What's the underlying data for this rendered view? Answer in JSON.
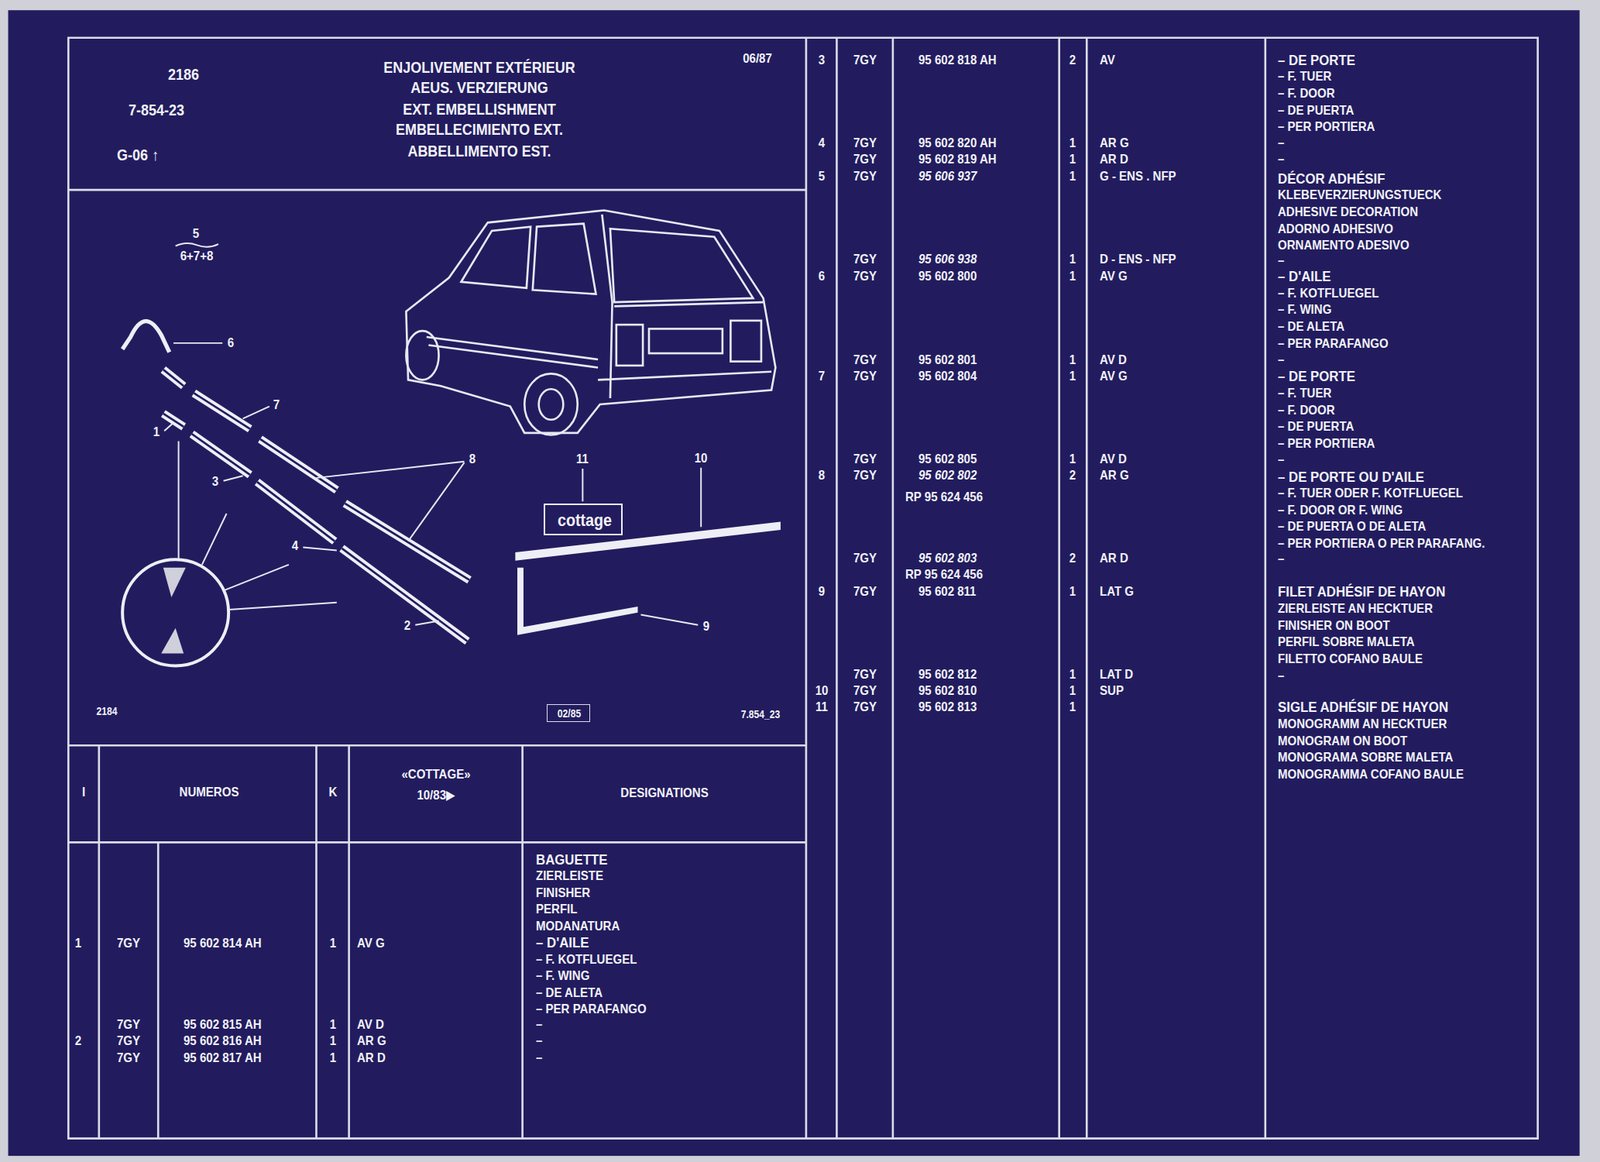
{
  "diagram": {
    "nodes": [
      {
        "text": [
          "2186",
          "7-854-23",
          "G-06 ↑",
          "ENJOLIVEMENT EXTÉRIEUR",
          "AEUS. VERZIERUNG",
          "EXT. EMBELLISHMENT",
          "EMBELLECIMIENTO EXT.",
          "ABBELLIMENTO EST.",
          "06/87"
        ]
      },
      {
        "text": [
          "2184",
          "7.854_23"
        ]
      },
      {
        "text": [
          "cottage"
        ],
        "in": 1
      },
      {
        "text": [
          "02/85"
        ],
        "in": 1
      }
    ],
    "labels": [
      "5",
      "6+7+8",
      "6",
      "7",
      "1",
      "8",
      "3",
      "4",
      "2",
      "11",
      "10",
      "9",
      "I",
      "NUMEROS",
      "K",
      "«COTTAGE»",
      "10/83▶",
      "DESIGNATIONS",
      "BAGUETTE",
      "ZIERLEISTE",
      "FINISHER",
      "PERFIL",
      "MODANATURA",
      "– D'AILE",
      "– F. KOTFLUEGEL",
      "– F. WING",
      "– DE ALETA",
      "– PER PARAFANGO",
      "1",
      "7GY",
      "95 602 814 AH",
      "1",
      "AV G",
      "2",
      "7GY",
      "95 602 815 AH",
      "1",
      "AV D",
      "–",
      "7GY",
      "95 602 816 AH",
      "1",
      "AR G",
      "–",
      "7GY",
      "95 602 817 AH",
      "1",
      "AR D",
      "–",
      "3",
      "7GY",
      "95 602 818 AH",
      "2",
      "AV",
      "– DE PORTE",
      "– F. TUER",
      "– F. DOOR",
      "– DE PUERTA",
      "– PER PORTIERA",
      "4",
      "7GY",
      "95 602 820 AH",
      "1",
      "AR G",
      "–",
      "7GY",
      "95 602 819 AH",
      "1",
      "AR D",
      "–",
      "5",
      "7GY",
      "95 606 937",
      "1",
      "G - ENS . NFP",
      "DÉCOR ADHÉSIF",
      "KLEBEVERZIERUNGSTUECK",
      "ADHESIVE DECORATION",
      "ADORNO ADHESIVO",
      "ORNAMENTO ADESIVO",
      "7GY",
      "95 606 938",
      "1",
      "D - ENS - NFP",
      "–",
      "6",
      "7GY",
      "95 602 800",
      "1",
      "AV G",
      "– D'AILE",
      "– F. KOTFLUEGEL",
      "– F. WING",
      "– DE ALETA",
      "– PER PARAFANGO",
      "7GY",
      "95 602 801",
      "1",
      "AV D",
      "–",
      "7",
      "7GY",
      "95 602 804",
      "1",
      "AV G",
      "– DE PORTE",
      "– F. TUER",
      "– F. DOOR",
      "– DE PUERTA",
      "– PER PORTIERA",
      "7GY",
      "95 602 805",
      "1",
      "AV D",
      "–",
      "8",
      "7GY",
      "95 602 802",
      "2",
      "AR G",
      "– DE PORTE OU D'AILE",
      "– F. TUER ODER F. KOTFLUEGEL",
      "– F. DOOR OR F. WING",
      "– DE PUERTA O DE ALETA",
      "– PER PORTIERA O PER PARAFANG.",
      "RP 95 624 456",
      "7GY",
      "95 602 803",
      "2",
      "AR D",
      "–",
      "RP 95 624 456",
      "9",
      "7GY",
      "95 602 811",
      "1",
      "LAT G",
      "FILET ADHÉSIF DE HAYON",
      "ZIERLEISTE AN HECKTUER",
      "FINISHER ON BOOT",
      "PERFIL SOBRE MALETA",
      "FILETTO COFANO BAULE",
      "7GY",
      "95 602 812",
      "1",
      "LAT D",
      "–",
      "10",
      "7GY",
      "95 602 810",
      "1",
      "SUP",
      "11",
      "7GY",
      "95 602 813",
      "1",
      "SIGLE ADHÉSIF DE HAYON",
      "MONOGRAMM AN HECKTUER",
      "MONOGRAM ON BOOT",
      "MONOGRAMA SOBRE MALETA",
      "MONOGRAMMA COFANO BAULE"
    ]
  }
}
